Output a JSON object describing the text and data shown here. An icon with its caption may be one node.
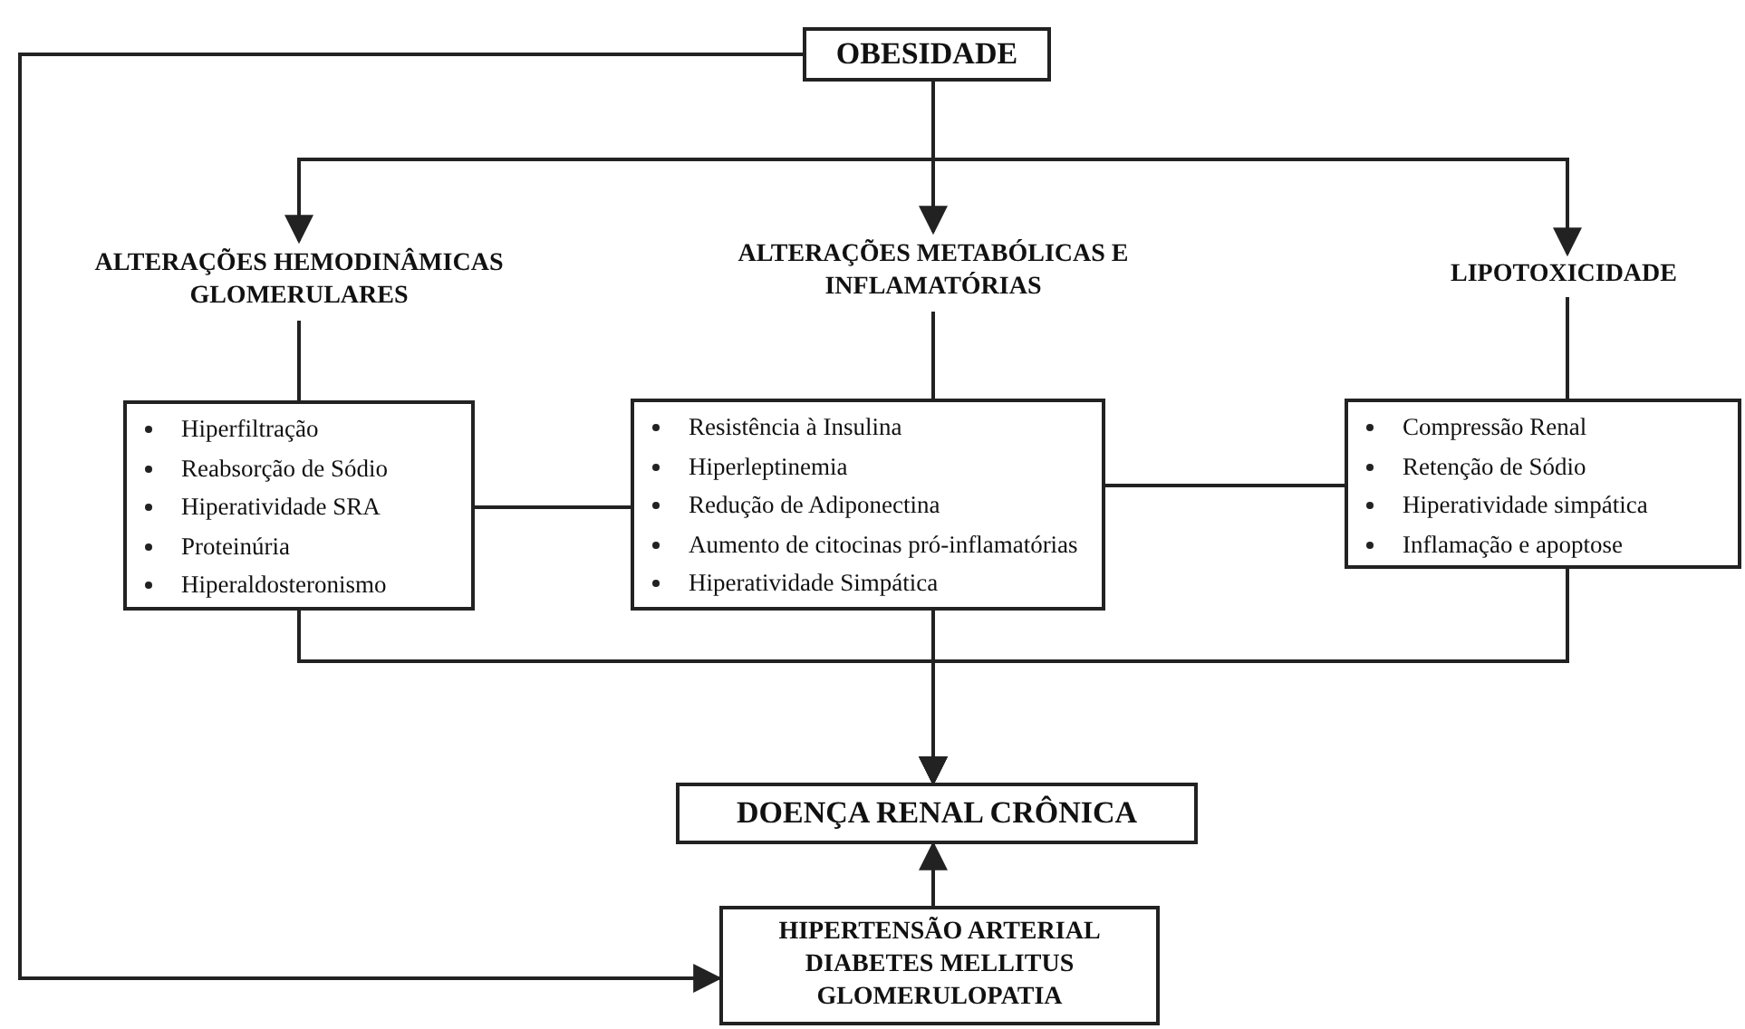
{
  "diagram": {
    "nodes": [
      {
        "text": [
          "OBESIDADE"
        ]
      },
      {
        "text": [
          "ALTERAÇÕES HEMODINÂMICAS GLOMERULARES"
        ]
      },
      {
        "text": [
          "ALTERAÇÕES METABÓLICAS E INFLAMATÓRIAS"
        ]
      },
      {
        "text": [
          "LIPOTOXICIDADE"
        ]
      },
      {
        "text": [
          "Hiperfiltração",
          "Reabsorção de Sódio",
          "Hiperatividade SRA",
          "Proteinúria",
          "Hiperaldosteronismo"
        ]
      },
      {
        "text": [
          "Resistência à Insulina",
          "Hiperleptinemia",
          "Redução de Adiponectina",
          "Aumento de citocinas pró-inflamatórias",
          "Hiperatividade Simpática"
        ]
      },
      {
        "text": [
          "Compressão Renal",
          "Retenção de Sódio",
          "Hiperatividade simpática",
          "Inflamação e apoptose"
        ]
      },
      {
        "text": [
          "DOENÇA RENAL CRÔNICA"
        ]
      },
      {
        "text": [
          "HIPERTENSÃO ARTERIAL",
          "DIABETES MELLITUS",
          "GLOMERULOPATIA"
        ]
      }
    ],
    "edges": [
      {
        "from": 0,
        "to": 1,
        "arrow": "to"
      },
      {
        "from": 0,
        "to": 2,
        "arrow": "to"
      },
      {
        "from": 0,
        "to": 3,
        "arrow": "to"
      },
      {
        "from": 0,
        "to": 8,
        "arrow": "to"
      },
      {
        "from": 1,
        "to": 4,
        "arrow": "none"
      },
      {
        "from": 2,
        "to": 5,
        "arrow": "none"
      },
      {
        "from": 3,
        "to": 6,
        "arrow": "none"
      },
      {
        "from": 4,
        "to": 5,
        "arrow": "none"
      },
      {
        "from": 5,
        "to": 6,
        "arrow": "none"
      },
      {
        "from": 4,
        "to": 7,
        "arrow": "to"
      },
      {
        "from": 5,
        "to": 7,
        "arrow": "to"
      },
      {
        "from": 6,
        "to": 7,
        "arrow": "to"
      },
      {
        "from": 8,
        "to": 7,
        "arrow": "to"
      }
    ]
  }
}
